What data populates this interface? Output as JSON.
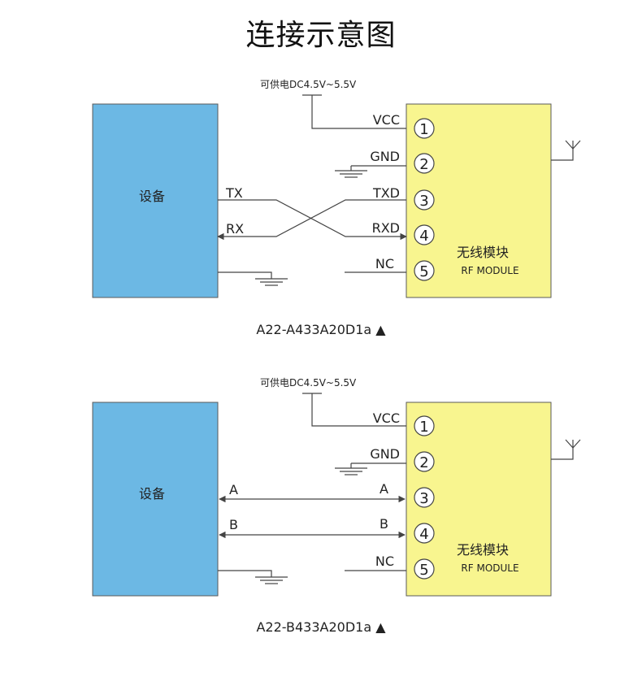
{
  "title": "连接示意图",
  "colors": {
    "device": "#6cb8e4",
    "module": "#f8f58f",
    "line": "#444444"
  },
  "diagrams": [
    {
      "power_label": "可供电DC4.5V~5.5V",
      "device_label": "设备",
      "module_label": "无线模块",
      "module_sublabel": "RF MODULE",
      "pins": [
        {
          "num": "1",
          "name": "VCC"
        },
        {
          "num": "2",
          "name": "GND"
        },
        {
          "num": "3",
          "name": "TXD"
        },
        {
          "num": "4",
          "name": "RXD"
        },
        {
          "num": "5",
          "name": "NC"
        }
      ],
      "device_pins": [
        "TX",
        "RX"
      ],
      "caption": "A22-A433A20D1a ▲"
    },
    {
      "power_label": "可供电DC4.5V~5.5V",
      "device_label": "设备",
      "module_label": "无线模块",
      "module_sublabel": "RF MODULE",
      "pins": [
        {
          "num": "1",
          "name": "VCC"
        },
        {
          "num": "2",
          "name": "GND"
        },
        {
          "num": "3",
          "name": "A"
        },
        {
          "num": "4",
          "name": "B"
        },
        {
          "num": "5",
          "name": "NC"
        }
      ],
      "device_pins": [
        "A",
        "B"
      ],
      "caption": "A22-B433A20D1a ▲"
    }
  ]
}
